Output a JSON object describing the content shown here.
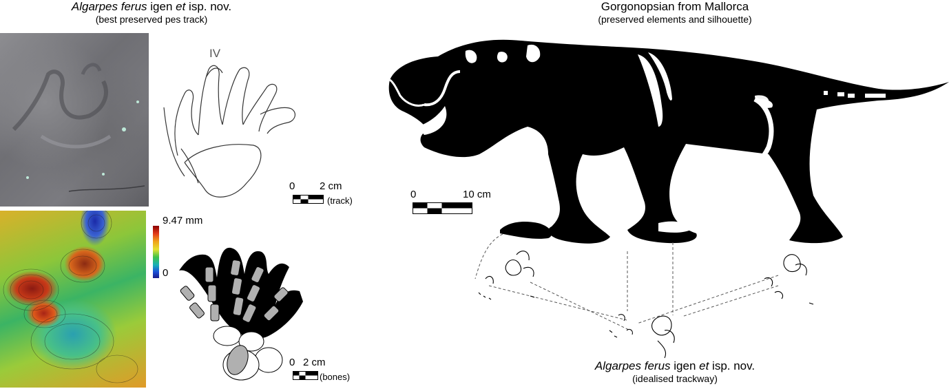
{
  "left_title": {
    "name_italic": "Algarpes ferus",
    "suffix_plain": " igen ",
    "et_italic": "et",
    "suffix2_plain": " isp. nov.",
    "subtitle": "(best preserved pes track)"
  },
  "track_drawing": {
    "digit_label": "IV"
  },
  "track_scale": {
    "zero": "0",
    "length": "2 cm",
    "caption": "(track)"
  },
  "colorbar": {
    "max_label": "9.47 mm",
    "min_label": "0",
    "colors": [
      "#8b0000",
      "#e23a1a",
      "#f0a21a",
      "#e6e030",
      "#3ec24a",
      "#18b0b8",
      "#1a50d8",
      "#1a1a8a"
    ]
  },
  "bones_scale": {
    "zero": "0",
    "length": "2 cm",
    "caption": "(bones)"
  },
  "right_title": {
    "line1": "Gorgonopsian from Mallorca",
    "line2": "(preserved elements and silhouette)"
  },
  "animal_scale": {
    "zero": "0",
    "length": "10 cm"
  },
  "trackway_title": {
    "name_italic": "Algarpes ferus",
    "suffix_plain": " igen ",
    "et_italic": "et",
    "suffix2_plain": " isp. nov.",
    "subtitle": "(idealised trackway)"
  }
}
